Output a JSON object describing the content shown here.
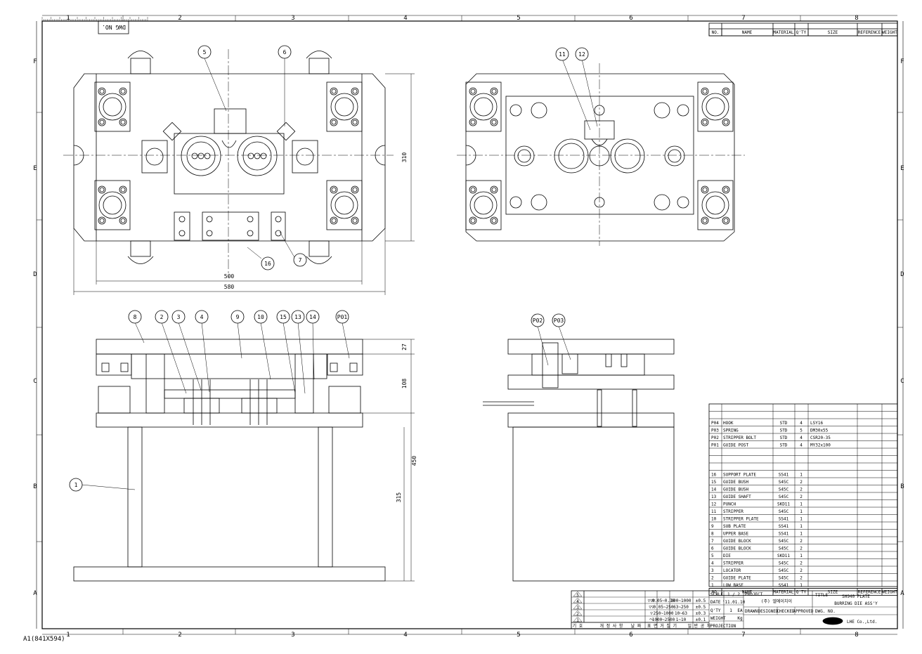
{
  "zone_cols": [
    "1",
    "2",
    "3",
    "4",
    "5",
    "6",
    "7",
    "8"
  ],
  "zone_rows": [
    "F",
    "E",
    "D",
    "C",
    "B",
    "A"
  ],
  "sheet_size": "A1(841X594)",
  "dwg_no_label": "DWG NO.",
  "dimensions": {
    "d310": "310",
    "d500": "500",
    "d580": "580",
    "d27": "27",
    "d108": "108",
    "d450": "450",
    "d315": "315"
  },
  "balloons": {
    "b5": "5",
    "b6": "6",
    "b7": "7",
    "b16": "16",
    "b11": "11",
    "b12": "12",
    "b8": "8",
    "b2": "2",
    "b3": "3",
    "b4": "4",
    "b9": "9",
    "b10": "10",
    "b15": "15",
    "b13": "13",
    "b14": "14",
    "bP01": "P01",
    "bP02": "P02",
    "bP03": "P03",
    "b1": "1"
  },
  "header_top": [
    "NO.",
    "NAME",
    "MATERIAL",
    "Q'TY",
    "SIZE",
    "REFERENCE",
    "WEIGHT"
  ],
  "std_parts": [
    {
      "no": "P04",
      "name": "HOOK",
      "mat": "STD",
      "qty": "4",
      "size": "LSY16"
    },
    {
      "no": "P03",
      "name": "SPRING",
      "mat": "STD",
      "qty": "5",
      "size": "DM30x55"
    },
    {
      "no": "P02",
      "name": "STRIPPER BOLT",
      "mat": "STD",
      "qty": "4",
      "size": "CSR20-35"
    },
    {
      "no": "P01",
      "name": "GUIDE POST",
      "mat": "STD",
      "qty": "4",
      "size": "MY32x100"
    }
  ],
  "parts": [
    {
      "no": "16",
      "name": "SUPPORT PLATE",
      "mat": "SS41",
      "qty": "1"
    },
    {
      "no": "15",
      "name": "GUIDE BUSH",
      "mat": "S45C",
      "qty": "2"
    },
    {
      "no": "14",
      "name": "GUIDE BUSH",
      "mat": "S45C",
      "qty": "2"
    },
    {
      "no": "13",
      "name": "GUIDE SHAFT",
      "mat": "S45C",
      "qty": "2"
    },
    {
      "no": "12",
      "name": "PUNCH",
      "mat": "SKD11",
      "qty": "1"
    },
    {
      "no": "11",
      "name": "STRIPPER",
      "mat": "S45C",
      "qty": "1"
    },
    {
      "no": "10",
      "name": "STRIPPER PLATE",
      "mat": "SS41",
      "qty": "1"
    },
    {
      "no": "9",
      "name": "SUB PLATE",
      "mat": "SS41",
      "qty": "1"
    },
    {
      "no": "8",
      "name": "UPPER BASE",
      "mat": "SS41",
      "qty": "1"
    },
    {
      "no": "7",
      "name": "GUIDE BLOCK",
      "mat": "S45C",
      "qty": "2"
    },
    {
      "no": "6",
      "name": "GUIDE BLOCK",
      "mat": "S45C",
      "qty": "2"
    },
    {
      "no": "5",
      "name": "DIE",
      "mat": "SKD11",
      "qty": "1"
    },
    {
      "no": "4",
      "name": "STRIPPER",
      "mat": "S45C",
      "qty": "2"
    },
    {
      "no": "3",
      "name": "LOCATOR",
      "mat": "S45C",
      "qty": "2"
    },
    {
      "no": "2",
      "name": "GUIDE PLATE",
      "mat": "S45C",
      "qty": "2"
    },
    {
      "no": "1",
      "name": "LOW BASE",
      "mat": "SS41",
      "qty": "1"
    }
  ],
  "header_bottom": [
    "NO.",
    "NAME",
    "MATERIAL",
    "Q'TY",
    "SIZE",
    "REFERENCE",
    "WEIGHT"
  ],
  "title_block": {
    "scale_label": "SCALE",
    "scale_value": "1 / 2",
    "date_label": "DATE",
    "date_value": "'11.01.10",
    "qty_label": "Q'TY",
    "qty_value": "1",
    "qty_unit": "EA",
    "weight_label": "WEIGHT",
    "weight_unit": "Kg",
    "projection_label": "PROJECTION",
    "project_label": "PROJECT",
    "company_text": "(주) 엘에이치이",
    "drawn": "DRAWN",
    "designed": "DESIGNED",
    "checked": "CHECKED",
    "approved": "APPROVED",
    "dwg_no": "DWG. NO.",
    "title_label": "TITLE",
    "title_line1": "SH940 PLATE",
    "title_line2": "BURRING DIE ASS'Y",
    "logo_text": "LHE Co.,Ltd."
  },
  "tolerances": [
    {
      "sym": "▽▽▽",
      "r1": "0.05~0.30",
      "r2": "300~1000",
      "t": "±0.5"
    },
    {
      "sym": "▽▽",
      "r1": "0.05~250",
      "r2": "63~250",
      "t": "±0.5"
    },
    {
      "sym": "▽",
      "r1": "250~1000",
      "r2": "10~63",
      "t": "±0.3"
    },
    {
      "sym": "～",
      "r1": "1000~2500",
      "r2": "1~10",
      "t": "±0.1"
    }
  ],
  "revision_marks": [
    "5",
    "4",
    "3",
    "2",
    "1"
  ],
  "revision_footer": [
    "기 호",
    "개 정 사 항",
    "날 짜",
    "표 면 거 칠 기",
    "일 반 공 차"
  ]
}
